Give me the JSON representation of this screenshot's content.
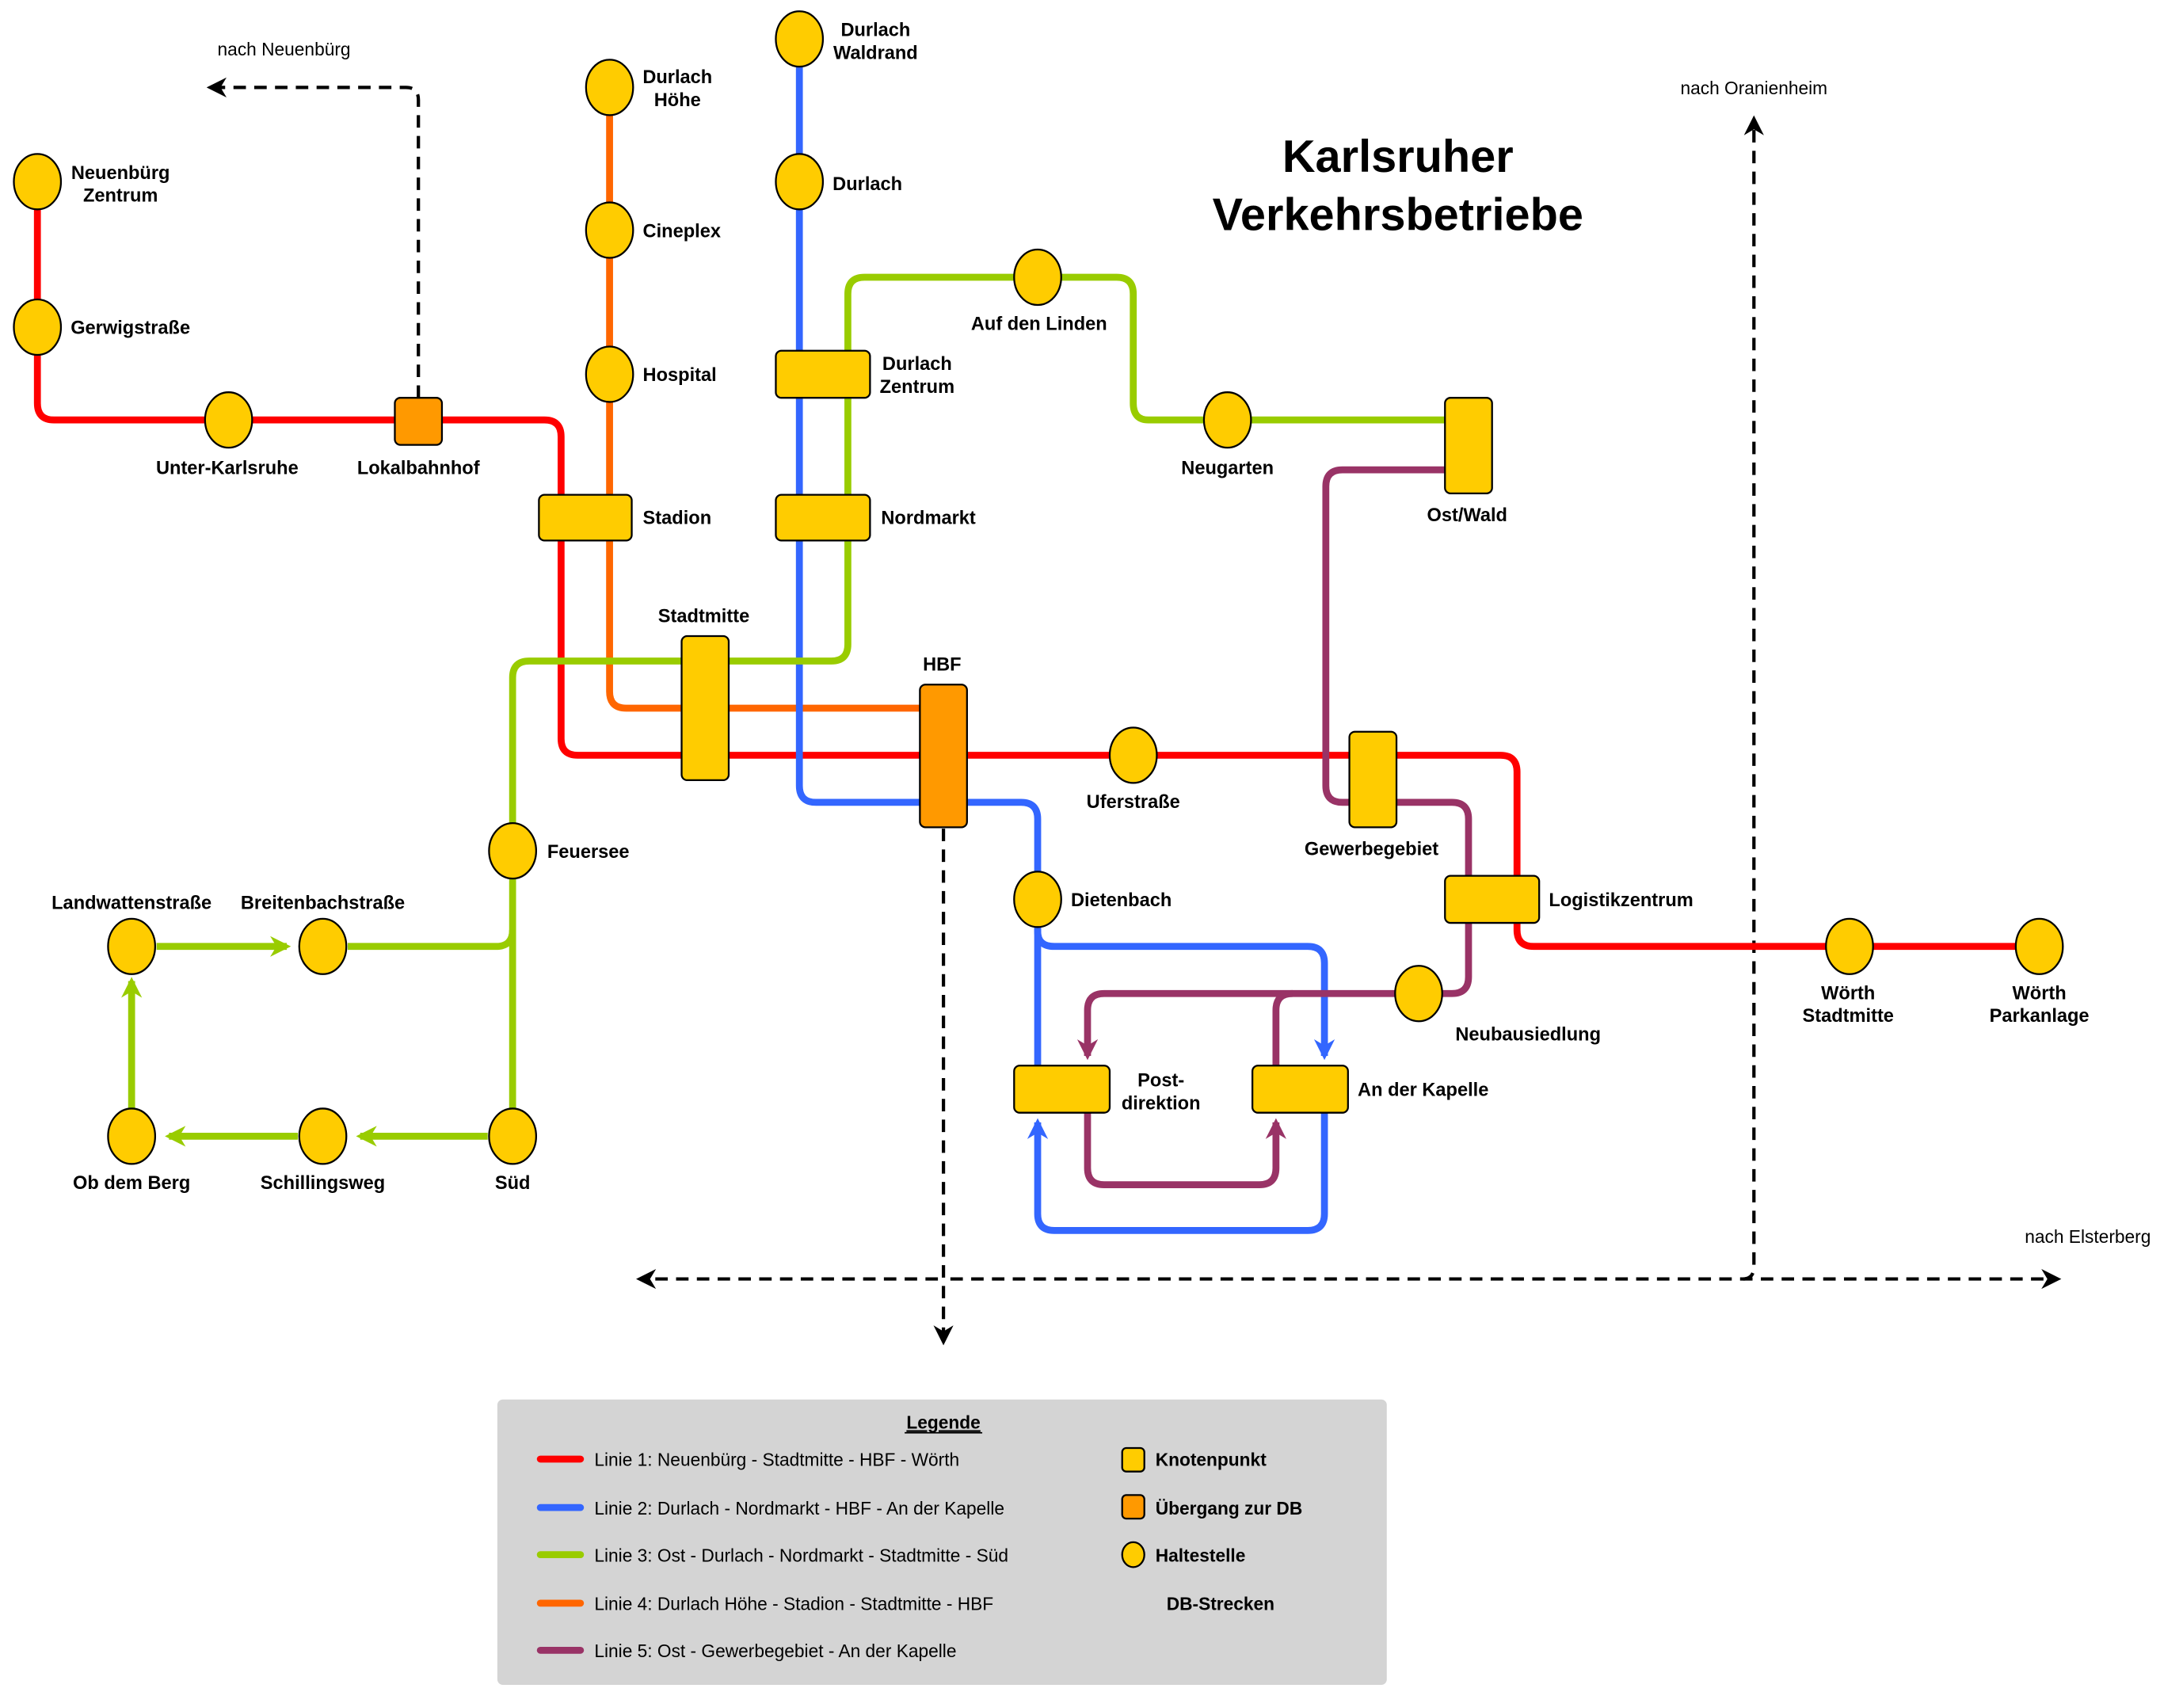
{
  "title": {
    "line1": "Karlsruher",
    "line2": "Verkehrsbetriebe"
  },
  "colors": {
    "line1": "#ff0000",
    "line2": "#3366ff",
    "line3": "#99cc00",
    "line4": "#ff6600",
    "line5": "#993366",
    "stop_fill": "#ffcc00",
    "db_transfer_fill": "#ff9900",
    "legend_bg": "#d4d4d4",
    "db_track": "#000000"
  },
  "destinations": {
    "neuenburg": "nach Neuenbürg",
    "oranienheim": "nach Oranienheim",
    "elsterberg": "nach Elsterberg"
  },
  "stations": {
    "neuenburg_zentrum": {
      "l1": "Neuenbürg",
      "l2": "Zentrum",
      "type": "haltestelle"
    },
    "gerwigstrasse": {
      "l1": "Gerwigstraße",
      "type": "haltestelle"
    },
    "unter_karlsruhe": {
      "l1": "Unter-Karlsruhe",
      "type": "haltestelle"
    },
    "lokalbahnhof": {
      "l1": "Lokalbahnhof",
      "type": "uebergang_db"
    },
    "stadion": {
      "l1": "Stadion",
      "type": "knotenpunkt"
    },
    "durlach_hoehe": {
      "l1": "Durlach",
      "l2": "Höhe",
      "type": "haltestelle"
    },
    "cineplex": {
      "l1": "Cineplex",
      "type": "haltestelle"
    },
    "hospital": {
      "l1": "Hospital",
      "type": "haltestelle"
    },
    "durlach_waldrand": {
      "l1": "Durlach",
      "l2": "Waldrand",
      "type": "haltestelle"
    },
    "durlach": {
      "l1": "Durlach",
      "type": "haltestelle"
    },
    "durlach_zentrum": {
      "l1": "Durlach",
      "l2": "Zentrum",
      "type": "knotenpunkt"
    },
    "nordmarkt": {
      "l1": "Nordmarkt",
      "type": "knotenpunkt"
    },
    "auf_den_linden": {
      "l1": "Auf den Linden",
      "type": "haltestelle"
    },
    "neugarten": {
      "l1": "Neugarten",
      "type": "haltestelle"
    },
    "ost_wald": {
      "l1": "Ost/Wald",
      "type": "knotenpunkt"
    },
    "stadtmitte": {
      "l1": "Stadtmitte",
      "type": "knotenpunkt"
    },
    "hbf": {
      "l1": "HBF",
      "type": "uebergang_db"
    },
    "uferstrasse": {
      "l1": "Uferstraße",
      "type": "haltestelle"
    },
    "gewerbegebiet": {
      "l1": "Gewerbegebiet",
      "type": "knotenpunkt"
    },
    "logistikzentrum": {
      "l1": "Logistikzentrum",
      "type": "knotenpunkt"
    },
    "woerth_stadtmitte": {
      "l1": "Wörth",
      "l2": "Stadtmitte",
      "type": "haltestelle"
    },
    "woerth_parkanlage": {
      "l1": "Wörth",
      "l2": "Parkanlage",
      "type": "haltestelle"
    },
    "dietenbach": {
      "l1": "Dietenbach",
      "type": "haltestelle"
    },
    "neubausiedlung": {
      "l1": "Neubausiedlung",
      "type": "haltestelle"
    },
    "postdirektion": {
      "l1": "Post-",
      "l2": "direktion",
      "type": "knotenpunkt"
    },
    "an_der_kapelle": {
      "l1": "An der Kapelle",
      "type": "knotenpunkt"
    },
    "feuersee": {
      "l1": "Feuersee",
      "type": "haltestelle"
    },
    "landwattenstrasse": {
      "l1": "Landwattenstraße",
      "type": "haltestelle"
    },
    "breitenbachstrasse": {
      "l1": "Breitenbachstraße",
      "type": "haltestelle"
    },
    "sued": {
      "l1": "Süd",
      "type": "haltestelle"
    },
    "schillingsweg": {
      "l1": "Schillingsweg",
      "type": "haltestelle"
    },
    "ob_dem_berg": {
      "l1": "Ob dem Berg",
      "type": "haltestelle"
    }
  },
  "lines": [
    {
      "id": "line1",
      "number": 1,
      "color": "#ff0000",
      "stops": [
        "Neuenbürg Zentrum",
        "Gerwigstraße",
        "Unter-Karlsruhe",
        "Lokalbahnhof",
        "Stadion",
        "Stadtmitte",
        "HBF",
        "Uferstraße",
        "Gewerbegebiet",
        "Logistikzentrum",
        "Wörth Stadtmitte",
        "Wörth Parkanlage"
      ]
    },
    {
      "id": "line2",
      "number": 2,
      "color": "#3366ff",
      "stops": [
        "Durlach Waldrand",
        "Durlach",
        "Durlach Zentrum",
        "Nordmarkt",
        "HBF",
        "Dietenbach",
        "An der Kapelle",
        "Postdirektion"
      ]
    },
    {
      "id": "line3",
      "number": 3,
      "color": "#99cc00",
      "stops": [
        "Ost/Wald",
        "Neugarten",
        "Auf den Linden",
        "Durlach Zentrum",
        "Nordmarkt",
        "Stadtmitte",
        "Feuersee",
        "Süd",
        "Schillingsweg",
        "Ob dem Berg",
        "Landwattenstraße",
        "Breitenbachstraße"
      ]
    },
    {
      "id": "line4",
      "number": 4,
      "color": "#ff6600",
      "stops": [
        "Durlach Höhe",
        "Cineplex",
        "Hospital",
        "Stadion",
        "Stadtmitte",
        "HBF"
      ]
    },
    {
      "id": "line5",
      "number": 5,
      "color": "#993366",
      "stops": [
        "Ost/Wald",
        "Gewerbegebiet",
        "Logistikzentrum",
        "Neubausiedlung",
        "Postdirektion",
        "An der Kapelle"
      ]
    }
  ],
  "legend": {
    "title": "Legende",
    "lines": [
      {
        "label": "Linie 1: Neuenbürg - Stadtmitte - HBF - Wörth",
        "color": "#ff0000"
      },
      {
        "label": "Linie 2: Durlach - Nordmarkt - HBF - An der Kapelle",
        "color": "#3366ff"
      },
      {
        "label": "Linie 3: Ost - Durlach - Nordmarkt - Stadtmitte - Süd",
        "color": "#99cc00"
      },
      {
        "label": "Linie 4: Durlach Höhe - Stadion - Stadtmitte - HBF",
        "color": "#ff6600"
      },
      {
        "label": "Linie 5: Ost - Gewerbegebiet - An der Kapelle",
        "color": "#993366"
      }
    ],
    "symbols": [
      {
        "label": "Knotenpunkt",
        "icon": "junction-node-icon"
      },
      {
        "label": "Übergang zur DB",
        "icon": "db-transfer-icon"
      },
      {
        "label": "Haltestelle",
        "icon": "stop-circle-icon"
      },
      {
        "label": "DB-Strecken",
        "icon": "db-track-icon"
      }
    ]
  }
}
